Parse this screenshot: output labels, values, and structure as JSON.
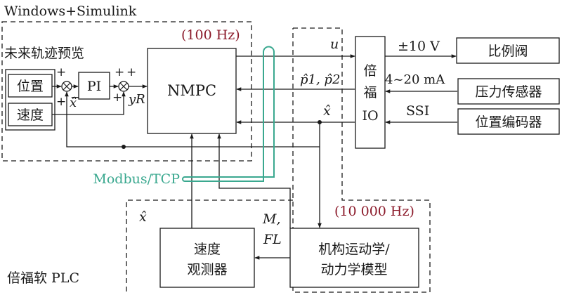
{
  "diagram": {
    "title": "Windows+Simulink",
    "region_windows": "未来轨迹预览",
    "freq_top": "(100 Hz)",
    "freq_bottom": "(10 000 Hz)",
    "region_plc": "倍福软 PLC",
    "blocks": {
      "pos": "位置",
      "vel": "速度",
      "pi": "PI",
      "nmpc": "NMPC",
      "io_line1": "倍",
      "io_line2": "福",
      "io_line3": "IO",
      "valve": "比例阀",
      "pressure": "压力传感器",
      "encoder": "位置编码器",
      "observer_line1": "速度",
      "observer_line2": "观测器",
      "model_line1": "机构运动学/",
      "model_line2": "动力学模型"
    },
    "signals": {
      "u": "u",
      "p": "p̂1, p̂2",
      "xhat": "x̂",
      "xhat_left": "x̂",
      "xhat_obs": "x̂",
      "yR": "yR",
      "M": "M,",
      "FL": "FL",
      "volt": "±10 V",
      "ma": "4~20 mA",
      "ssi": "SSI",
      "modbus": "Modbus/TCP"
    },
    "signs": {
      "p1": "+",
      "p2": "+",
      "p3": "+",
      "p4": "+",
      "m1": "−",
      "m2": "+"
    },
    "colors": {
      "line": "#1a1a1a",
      "freq": "#8b1a2a",
      "modbus": "#3aa88f"
    }
  }
}
